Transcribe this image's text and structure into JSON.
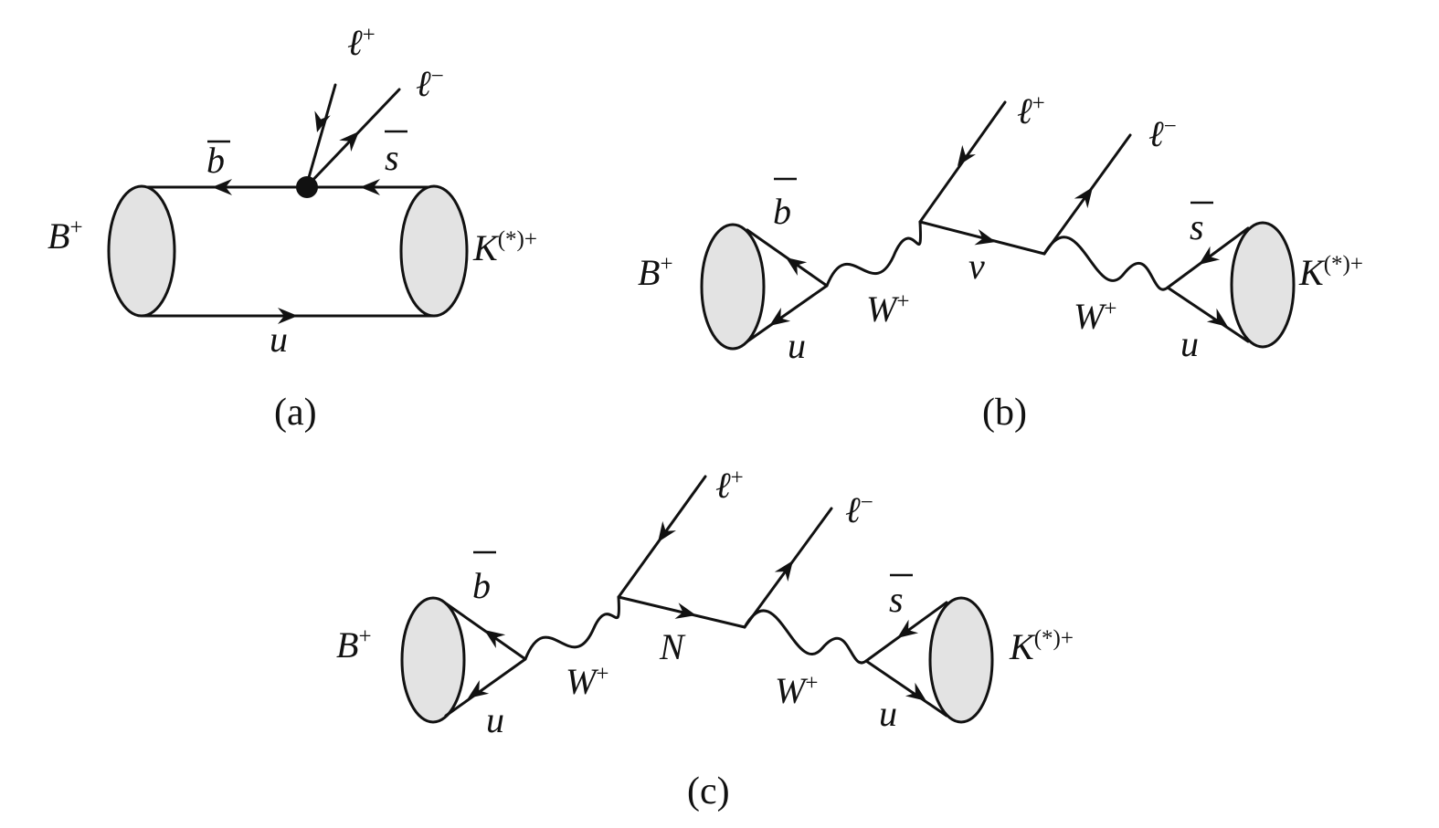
{
  "panels": {
    "a": {
      "caption": "(a)",
      "B": {
        "base": "B",
        "sup": "+"
      },
      "K": {
        "base": "K",
        "sup": "(*)+"
      },
      "b": "b",
      "s": "s",
      "u": "u",
      "lp": {
        "base": "ℓ",
        "sup": "+"
      },
      "lm": {
        "base": "ℓ",
        "sup": "−"
      }
    },
    "b": {
      "caption": "(b)",
      "B": {
        "base": "B",
        "sup": "+"
      },
      "K": {
        "base": "K",
        "sup": "(*)+"
      },
      "b": "b",
      "s": "s",
      "u1": "u",
      "u2": "u",
      "W1": {
        "base": "W",
        "sup": "+"
      },
      "W2": {
        "base": "W",
        "sup": "+"
      },
      "nu": "ν",
      "lp": {
        "base": "ℓ",
        "sup": "+"
      },
      "lm": {
        "base": "ℓ",
        "sup": "−"
      }
    },
    "c": {
      "caption": "(c)",
      "B": {
        "base": "B",
        "sup": "+"
      },
      "K": {
        "base": "K",
        "sup": "(*)+"
      },
      "b": "b",
      "s": "s",
      "u1": "u",
      "u2": "u",
      "W1": {
        "base": "W",
        "sup": "+"
      },
      "W2": {
        "base": "W",
        "sup": "+"
      },
      "N": "N",
      "lp": {
        "base": "ℓ",
        "sup": "+"
      },
      "lm": {
        "base": "ℓ",
        "sup": "−"
      }
    }
  },
  "colors": {
    "line": "#111111",
    "blob": "#e3e3e3"
  }
}
